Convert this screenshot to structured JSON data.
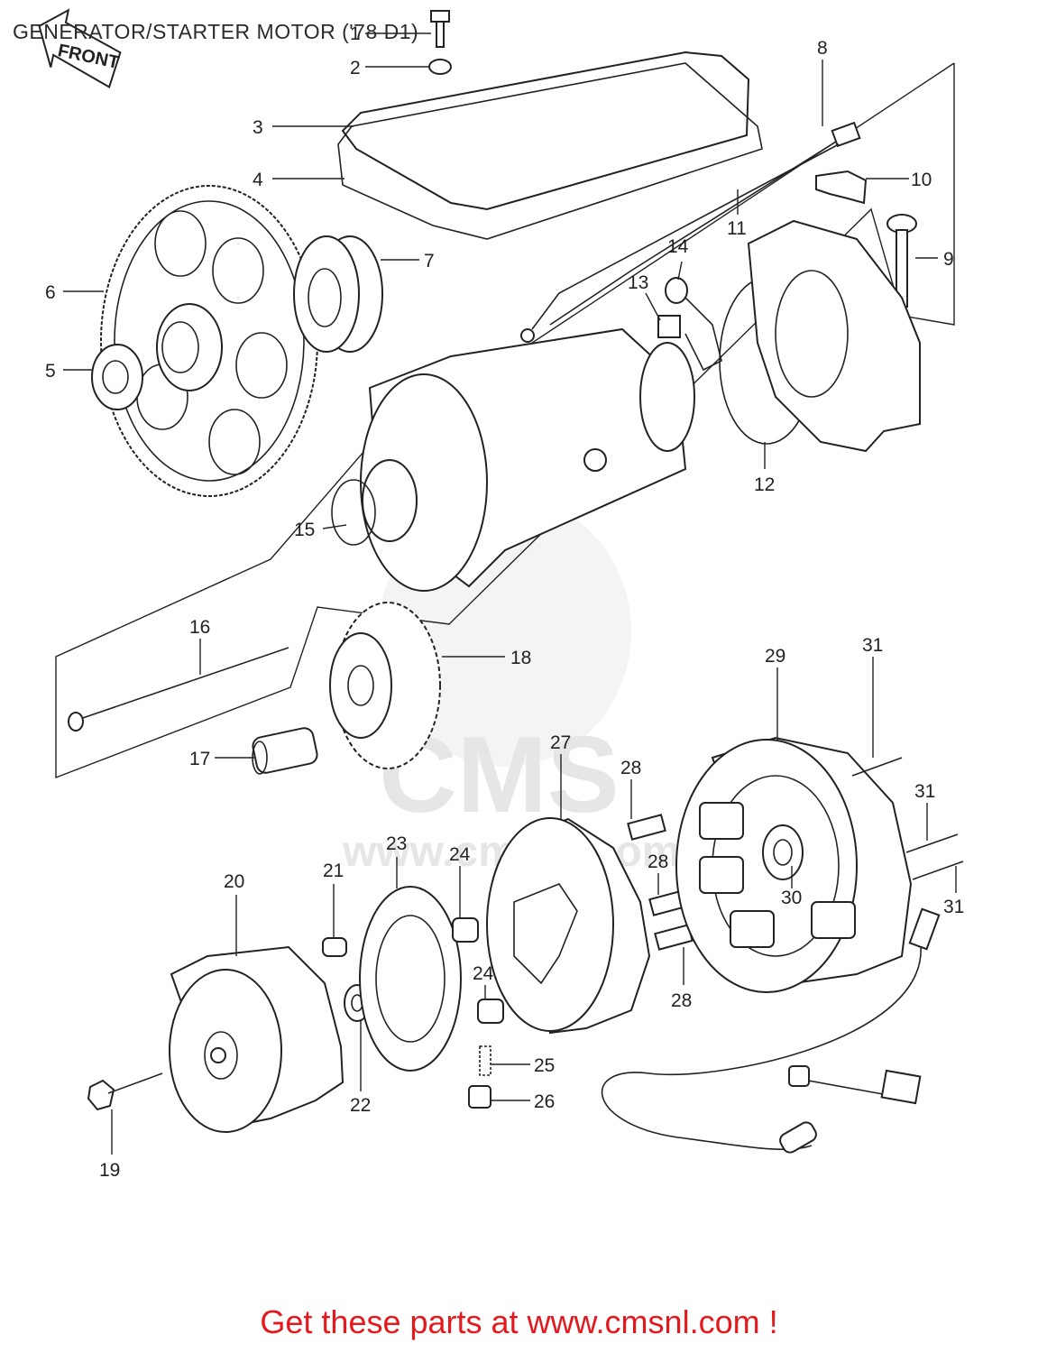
{
  "title": "GENERATOR/STARTER MOTOR ('78 D1)",
  "footer": "Get these parts at www.cmsnl.com !",
  "arrow_label": "FRONT",
  "watermark": {
    "logo_text": "CMS",
    "url_text": "www.cmsnl.com"
  },
  "callouts": [
    "1",
    "2",
    "3",
    "4",
    "5",
    "6",
    "7",
    "8",
    "9",
    "10",
    "11",
    "12",
    "13",
    "14",
    "15",
    "16",
    "17",
    "18",
    "19",
    "20",
    "21",
    "22",
    "23",
    "24",
    "24",
    "25",
    "26",
    "27",
    "28",
    "28",
    "28",
    "29",
    "30",
    "31",
    "31",
    "31"
  ],
  "colors": {
    "footer": "#e4191e",
    "line": "#222222",
    "watermark": "#e9e9e9"
  }
}
